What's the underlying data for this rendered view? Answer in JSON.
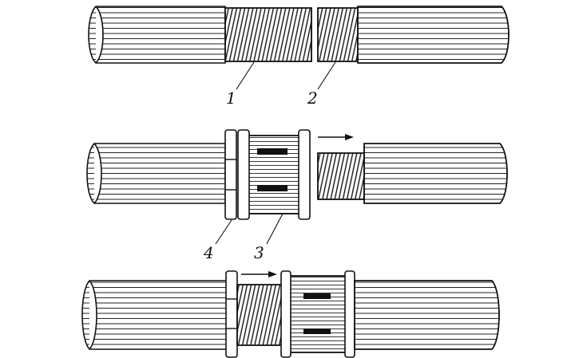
{
  "callouts": {
    "part_1": "1",
    "part_2": "2",
    "part_3": "3",
    "part_4": "4"
  },
  "colors": {
    "ink": "#111111",
    "paper": "#ffffff"
  }
}
